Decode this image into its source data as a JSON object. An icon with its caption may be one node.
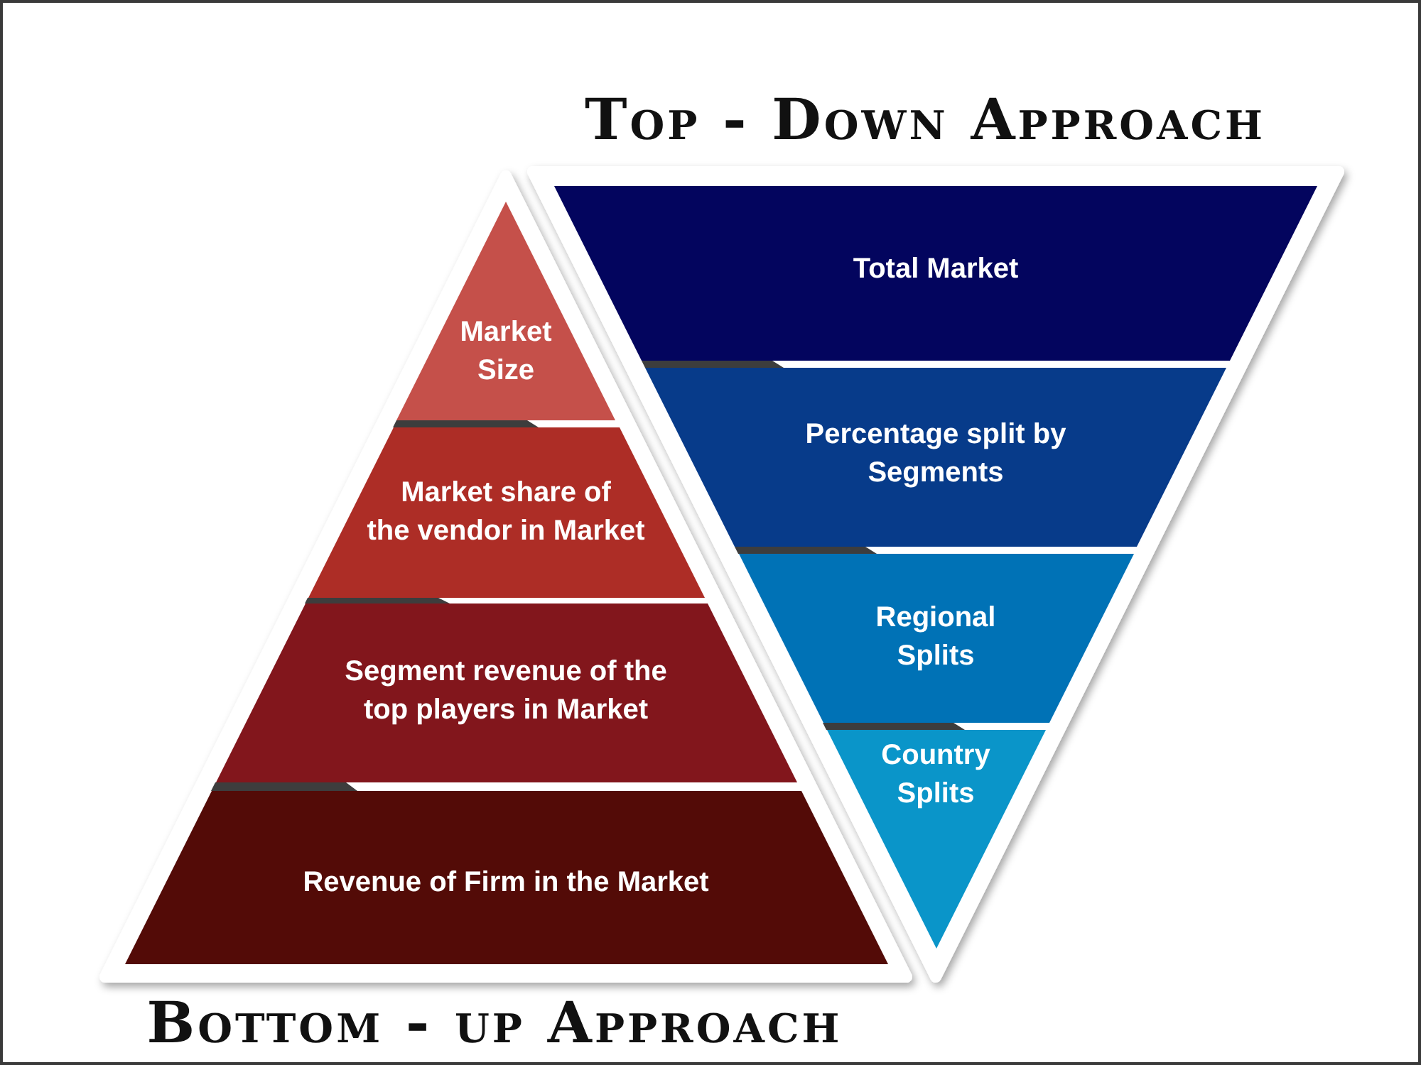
{
  "diagram": {
    "nodes": [
      {
        "text": [
          "Market Size"
        ]
      },
      {
        "text": [
          "Market share of the vendor in Market"
        ]
      },
      {
        "text": [
          "Segment revenue of the top players in Market"
        ]
      },
      {
        "text": [
          "Revenue of Firm in the Market"
        ]
      },
      {
        "text": [
          "Total Market"
        ]
      },
      {
        "text": [
          "Percentage split by Segments"
        ]
      },
      {
        "text": [
          "Regional Splits"
        ]
      },
      {
        "text": [
          "Country Splits"
        ]
      }
    ],
    "labels": [
      "Top - Down Approach",
      "Bottom - up Approach"
    ]
  }
}
